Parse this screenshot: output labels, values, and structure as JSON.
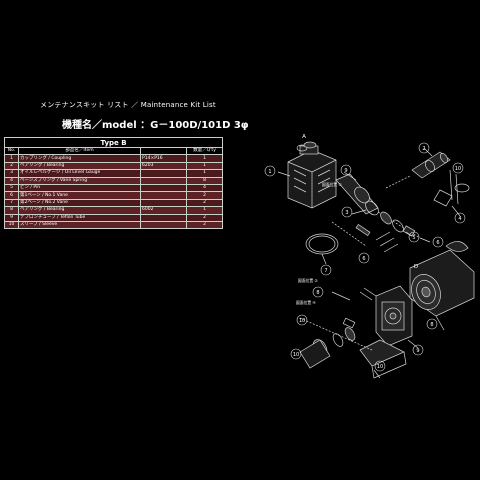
{
  "header": {
    "title": "メンテナンスキット リスト ／ Maintenance Kit List",
    "model_label": "機種名／model",
    "model_value": "：G－100D/101D 3φ"
  },
  "table": {
    "type_label": "Type B",
    "columns": [
      "No.",
      "部品名／Item",
      "",
      "数量／Q'ty"
    ],
    "rows": [
      {
        "no": "1",
        "item": "カップリング / Coupling",
        "spec": "P14×P16",
        "qty": "1"
      },
      {
        "no": "2",
        "item": "ベアリング / Bearing",
        "spec": "6203",
        "qty": "1"
      },
      {
        "no": "3",
        "item": "オイルレベルゲージ / Oil Level Gauge",
        "spec": "",
        "qty": "1"
      },
      {
        "no": "4",
        "item": "ベーンスプリング / Vane Spring",
        "spec": "",
        "qty": "8"
      },
      {
        "no": "5",
        "item": "ピン / Pin",
        "spec": "",
        "qty": "4"
      },
      {
        "no": "6",
        "item": "第1ベーン / No.1 Vane",
        "spec": "",
        "qty": "2"
      },
      {
        "no": "7",
        "item": "第2ベーン / No.2 Vane",
        "spec": "",
        "qty": "2"
      },
      {
        "no": "8",
        "item": "ベアリング / Bearing",
        "spec": "6002",
        "qty": "1"
      },
      {
        "no": "9",
        "item": "テフロンチューブ / Teflon Tube",
        "spec": "",
        "qty": "2"
      },
      {
        "no": "10",
        "item": "スリーブ / Sleeve",
        "spec": "",
        "qty": "2"
      }
    ]
  },
  "diagram": {
    "callouts": [
      "1",
      "2",
      "3",
      "4",
      "5",
      "6",
      "7",
      "8",
      "9",
      "10",
      "8",
      "10",
      "9",
      "10",
      "6",
      "10"
    ],
    "letters": [
      "A",
      "D"
    ],
    "note_labels": [
      "図面位置 ①",
      "図面位置 ②",
      "図面位置 ④"
    ]
  }
}
